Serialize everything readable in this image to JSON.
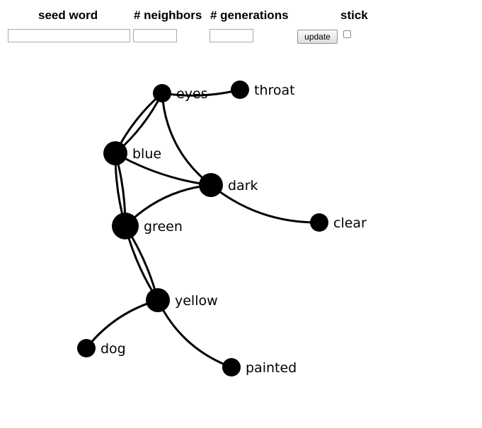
{
  "controls": {
    "seed_word_label": "seed word",
    "neighbors_label": "# neighbors",
    "generations_label": "# generations",
    "stick_label": "stick",
    "seed_word_value": "",
    "neighbors_value": "",
    "generations_value": "",
    "update_label": "update",
    "stick_checked": false
  },
  "graph": {
    "node_color": "#000000",
    "link_color": "#000000",
    "nodes": [
      {
        "id": "eyes",
        "label": "eyes"
      },
      {
        "id": "throat",
        "label": "throat"
      },
      {
        "id": "blue",
        "label": "blue"
      },
      {
        "id": "dark",
        "label": "dark"
      },
      {
        "id": "green",
        "label": "green"
      },
      {
        "id": "clear",
        "label": "clear"
      },
      {
        "id": "yellow",
        "label": "yellow"
      },
      {
        "id": "dog",
        "label": "dog"
      },
      {
        "id": "painted",
        "label": "painted"
      }
    ],
    "links": [
      {
        "source": "eyes",
        "target": "throat"
      },
      {
        "source": "eyes",
        "target": "blue"
      },
      {
        "source": "blue",
        "target": "eyes"
      },
      {
        "source": "eyes",
        "target": "dark"
      },
      {
        "source": "blue",
        "target": "dark"
      },
      {
        "source": "blue",
        "target": "green"
      },
      {
        "source": "green",
        "target": "blue"
      },
      {
        "source": "dark",
        "target": "green"
      },
      {
        "source": "dark",
        "target": "clear"
      },
      {
        "source": "green",
        "target": "yellow"
      },
      {
        "source": "yellow",
        "target": "green"
      },
      {
        "source": "yellow",
        "target": "dog"
      },
      {
        "source": "yellow",
        "target": "painted"
      }
    ]
  }
}
